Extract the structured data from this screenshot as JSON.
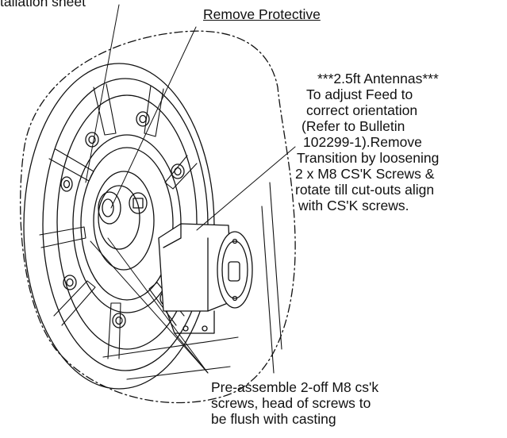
{
  "labels": {
    "top_left": "tallation sheet",
    "remove_protective": "Remove Protective",
    "note": [
      "***2.5ft Antennas***",
      "To adjust Feed to",
      "correct orientation",
      "(Refer to Bulletin",
      "102299-1).Remove",
      "Transition by loosening",
      "2 x M8 CS'K Screws &",
      "rotate till cut-outs align",
      "with CS'K screws."
    ],
    "bottom": [
      "Pre-assemble 2-off M8 cs'k",
      "screws, head of screws to",
      "be flush with casting"
    ]
  }
}
